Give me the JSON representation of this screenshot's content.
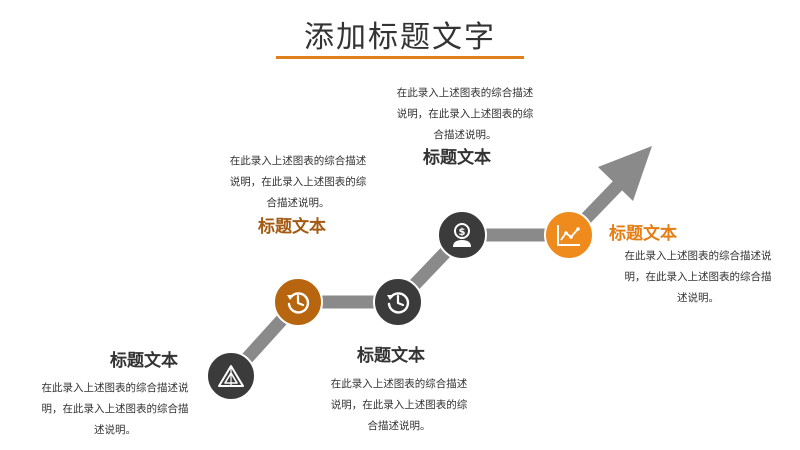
{
  "title": "添加标题文字",
  "colors": {
    "accent": "#e0801c",
    "path": "#8a8a8a",
    "dark_node": "#3b3b3b",
    "brown_node": "#b8650f",
    "orange_node": "#ef8a1c"
  },
  "steps": [
    {
      "heading": "标题文本",
      "icon": "triangle-layers-icon",
      "desc_lines": [
        "在此录入上述图表的综合描述说",
        "明，在此录入上述图表的综合描",
        "述说明。"
      ]
    },
    {
      "heading": "标题文本",
      "icon": "history-clock-icon",
      "desc_lines": [
        "在此录入上述图表的综合描述",
        "说明，在此录入上述图表的综",
        "合描述说明。"
      ]
    },
    {
      "heading": "标题文本",
      "icon": "history-clock-icon",
      "desc_lines": [
        "在此录入上述图表的综合描述",
        "说明，在此录入上述图表的综",
        "合描述说明。"
      ]
    },
    {
      "heading": "标题文本",
      "icon": "money-user-icon",
      "desc_lines": [
        "在此录入上述图表的综合描述",
        "说明，在此录入上述图表的综",
        "合描述说明。"
      ]
    },
    {
      "heading": "标题文本",
      "icon": "line-chart-icon",
      "desc_lines": [
        "在此录入上述图表的综合描述说",
        "明，在此录入上述图表的综合描",
        "述说明。"
      ]
    }
  ]
}
